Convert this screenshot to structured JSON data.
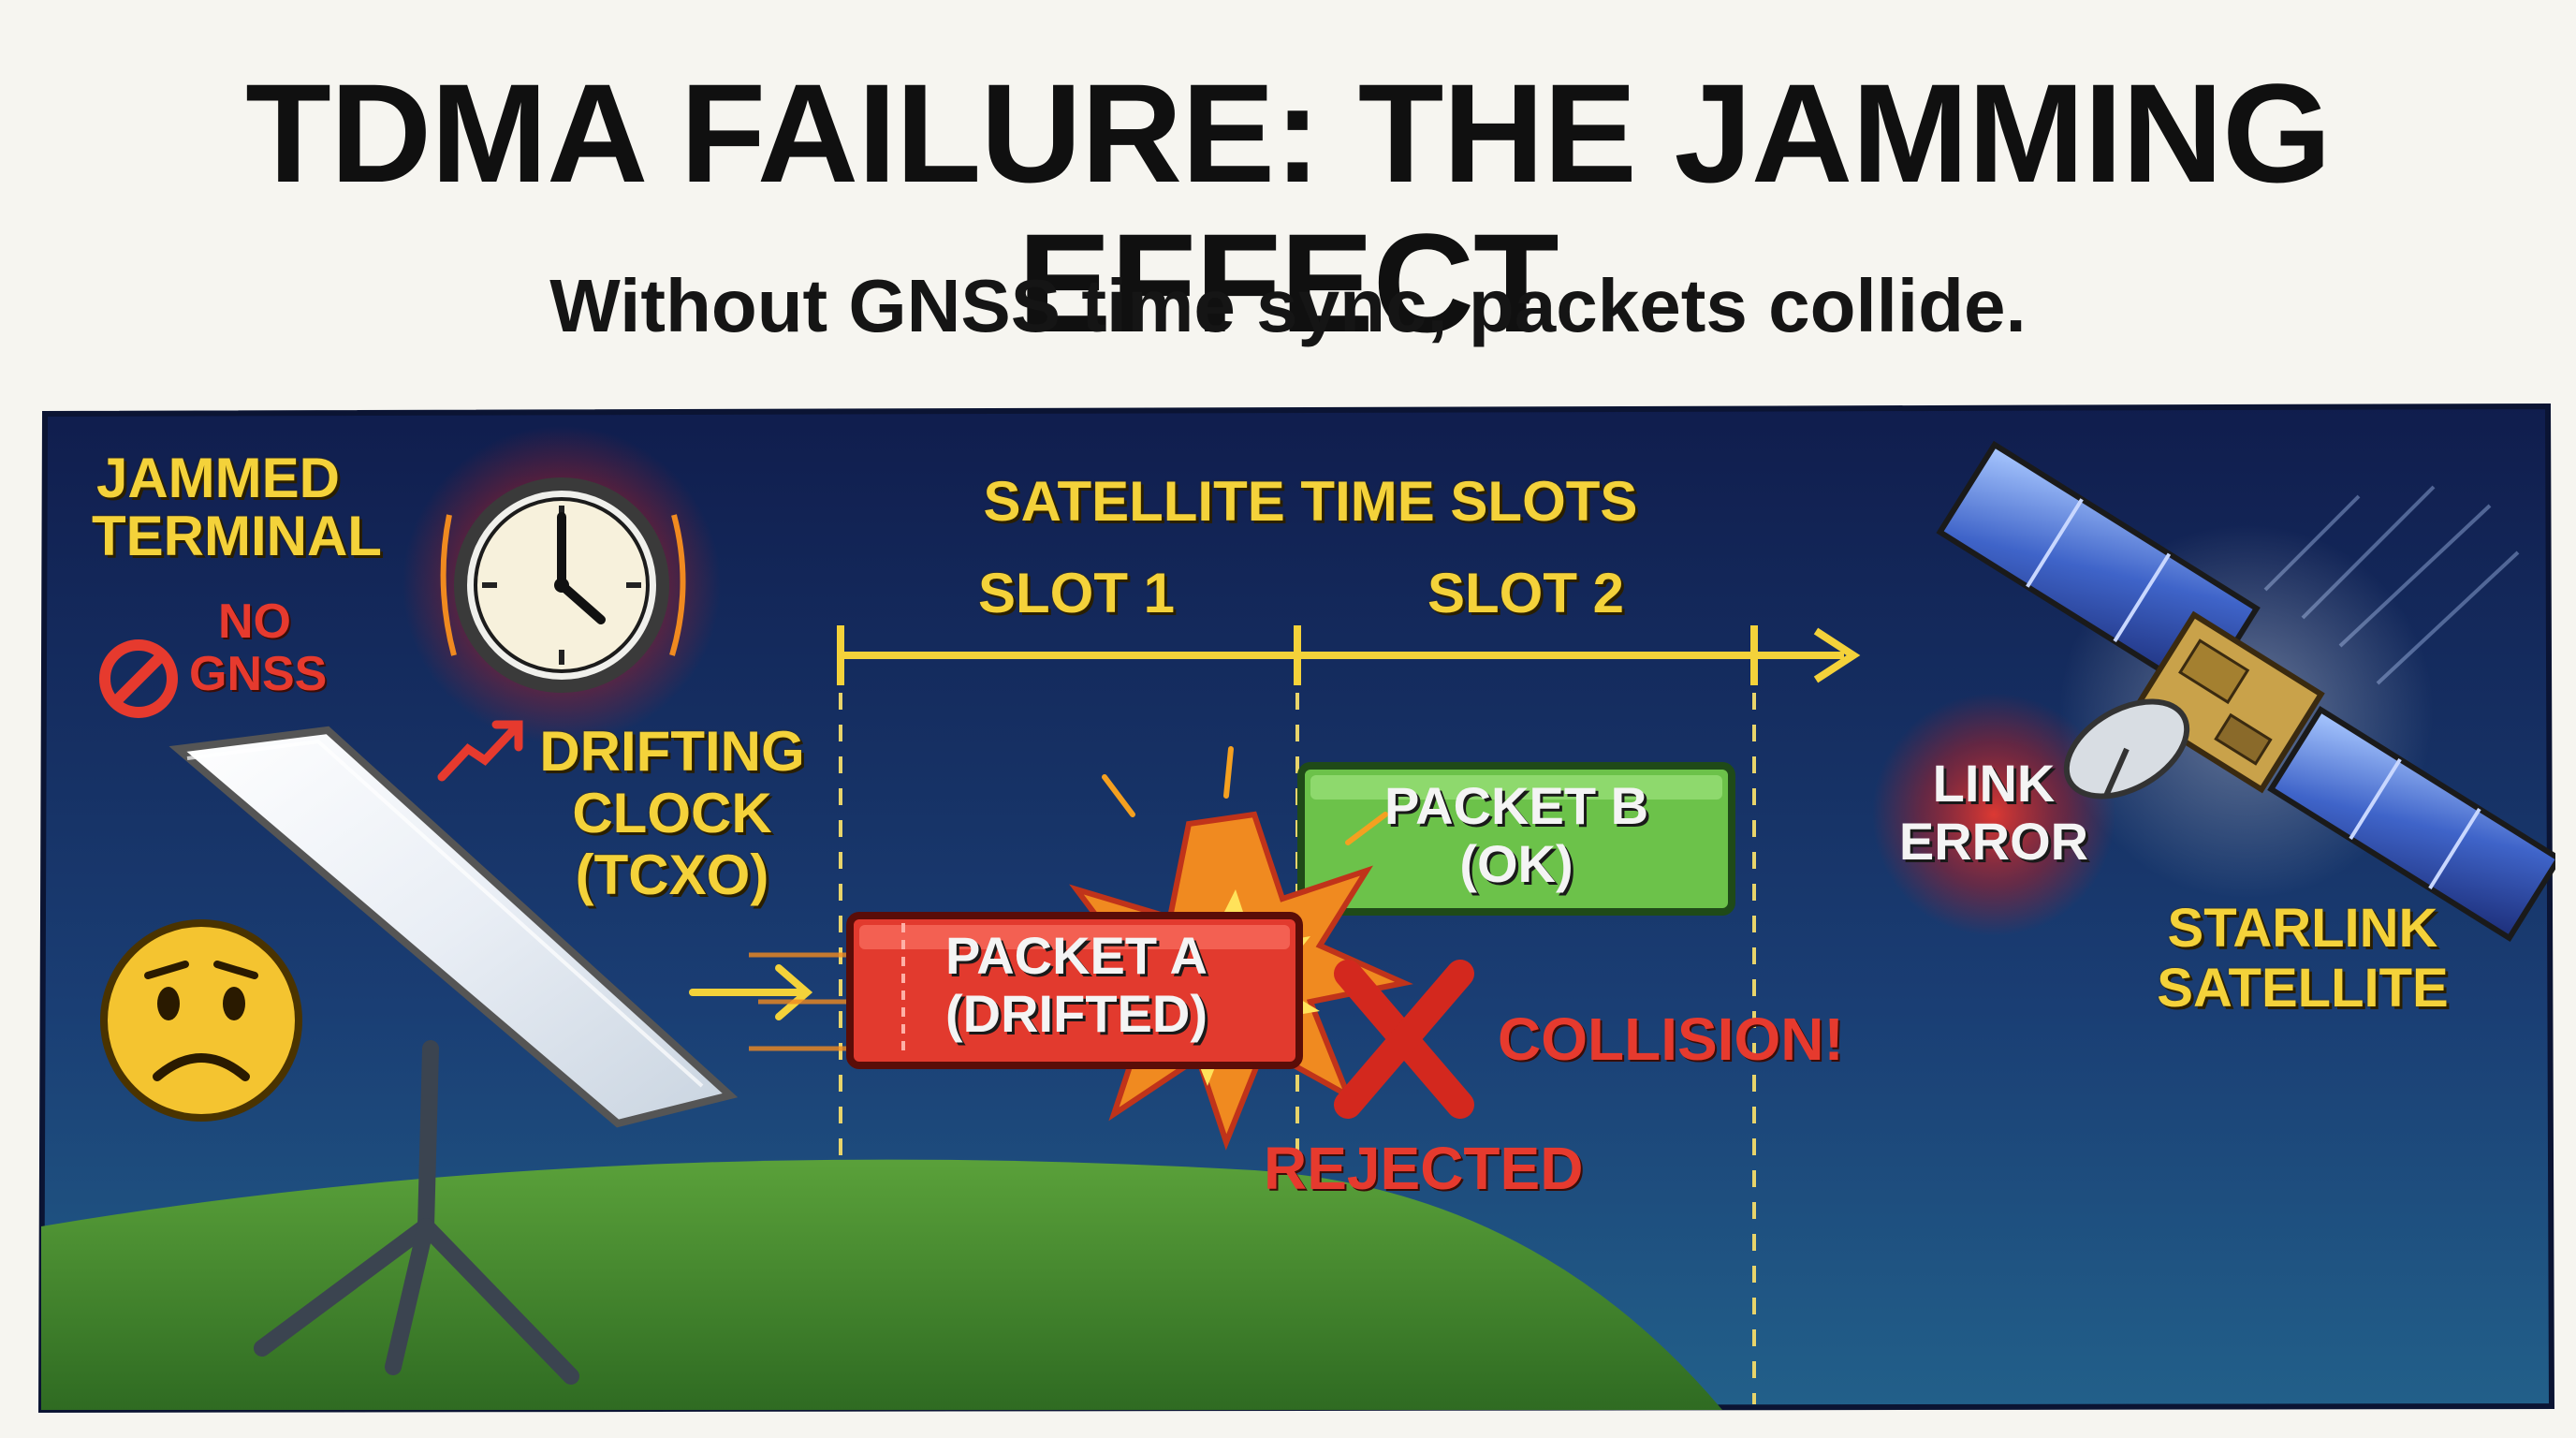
{
  "header": {
    "title": "TDMA FAILURE: THE JAMMING EFFECT",
    "subtitle": "Without GNSS time sync, packets collide."
  },
  "terminal": {
    "label": "JAMMED\nTERMINAL",
    "no_gnss": "NO\nGNSS",
    "clock_label": "DRIFTING\nCLOCK\n(TCXO)"
  },
  "timeline": {
    "label": "SATELLITE TIME SLOTS",
    "slots": [
      "SLOT 1",
      "SLOT 2"
    ]
  },
  "packets": {
    "a": "PACKET A\n(DRIFTED)",
    "b": "PACKET B\n(OK)"
  },
  "events": {
    "collision": "COLLISION!",
    "rejected": "REJECTED",
    "link_error": "LINK\nERROR"
  },
  "satellite": {
    "label": "STARLINK\nSATELLITE"
  },
  "colors": {
    "accent_yellow": "#f4d23a",
    "alert_red": "#e63a2e",
    "ok_green": "#6cc24a",
    "sky_top": "#101d4d",
    "sky_bottom": "#1f5a86"
  }
}
